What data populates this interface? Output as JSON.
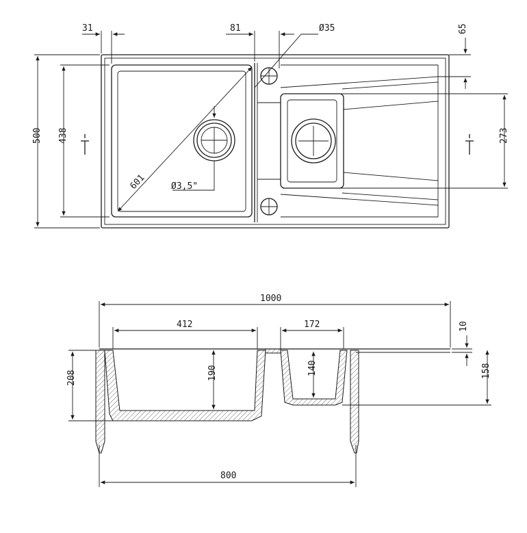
{
  "top_view": {
    "dims": {
      "edge_offset": "31",
      "tap_offset": "81",
      "tap_hole": "Ø35",
      "drainer_offset": "65",
      "overall_depth": "500",
      "bowl_depth": "438",
      "diagonal": "601",
      "drain": "Ø3,5\"",
      "small_bowl_depth": "273"
    }
  },
  "section_view": {
    "dims": {
      "overall_width": "1000",
      "bowl_width": "412",
      "small_bowl_width": "172",
      "rim_thickness": "10",
      "total_height": "208",
      "bowl_height": "190",
      "small_bowl_height": "140",
      "drainer_height": "158",
      "cabinet_width": "800"
    }
  }
}
